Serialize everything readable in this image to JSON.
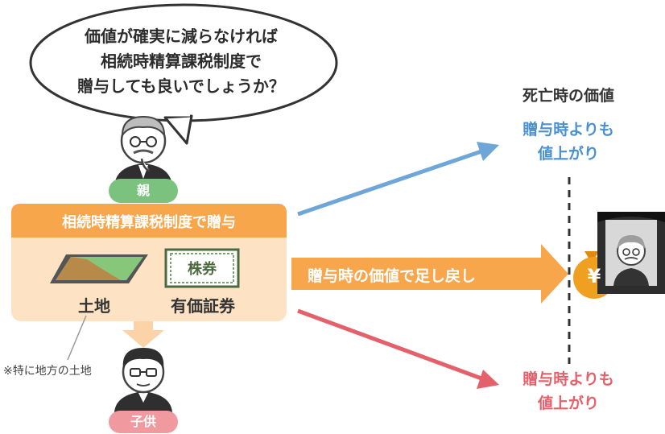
{
  "speech_bubble": {
    "line1": "価値が確実に減らなければ",
    "line2": "相続時精算課税制度で",
    "line3": "贈与しても良いでしょうか？"
  },
  "parent_label": "親",
  "child_label": "子供",
  "gift_box": {
    "title": "相続時精算課税制度で贈与",
    "land_label": "土地",
    "securities_label": "有価証券",
    "securities_certificate_text": "株券"
  },
  "note": "※特に地方の土地",
  "middle_arrow_text": "贈与時の価値で足し戻し",
  "right_column": {
    "header": "死亡時の価値",
    "up_line1": "贈与時よりも",
    "up_line2": "値上がり",
    "down_line1": "贈与時よりも",
    "down_line2": "値上がり"
  },
  "money_bag_symbol": "¥",
  "colors": {
    "orange": "#f7a64c",
    "light_orange": "#fde3c3",
    "green": "#7cc27f",
    "blue": "#4a90cf",
    "blue_arrow": "#6fa6d8",
    "red": "#e4606a",
    "pink": "#f09aa0",
    "gold": "#f0a020"
  }
}
